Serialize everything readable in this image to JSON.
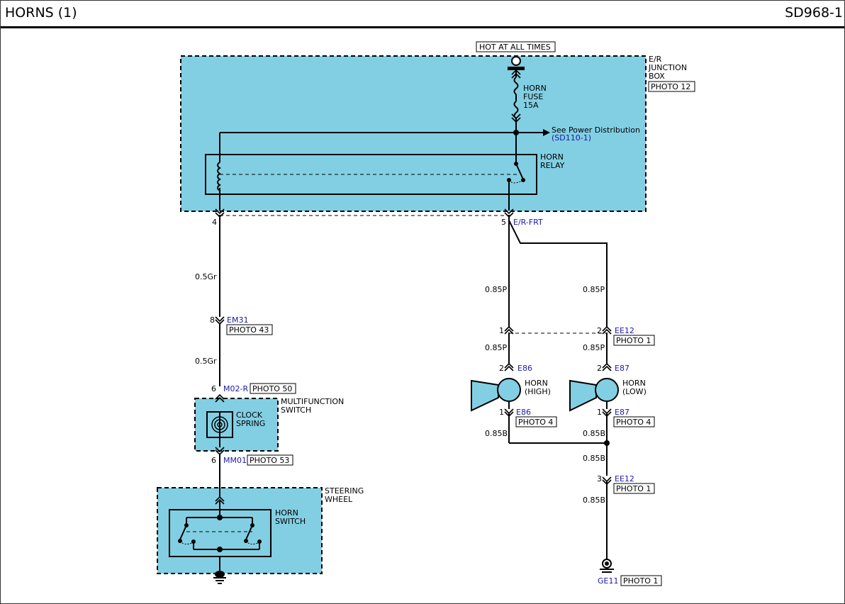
{
  "header": {
    "title": "HORNS (1)",
    "page_code": "SD968-1"
  },
  "colors": {
    "component_fill": "#82cfe3",
    "link_text": "#1a1aa6",
    "wire": "#000000"
  },
  "labels": {
    "hot_at_all_times": "HOT AT ALL TIMES",
    "er_junction_box": [
      "E/R",
      "JUNCTION",
      "BOX"
    ],
    "er_photo": "PHOTO 12",
    "horn_fuse": [
      "HORN",
      "FUSE",
      "15A"
    ],
    "see_power": "See Power Distribution",
    "see_power_ref": "(SD110-1)",
    "horn_relay": [
      "HORN",
      "RELAY"
    ],
    "pin_4": "4",
    "pin_5": "5",
    "er_frt": "E/R-FRT",
    "wire_05gr_1": "0.5Gr",
    "wire_05gr_2": "0.5Gr",
    "pin_8": "8",
    "em31": "EM31",
    "em31_photo": "PHOTO 43",
    "pin_6a": "6",
    "m02r": "M02-R",
    "m02r_photo": "PHOTO 50",
    "multifunction_switch": [
      "MULTIFUNCTION",
      "SWITCH"
    ],
    "clock_spring": [
      "CLOCK",
      "SPRING"
    ],
    "pin_6b": "6",
    "mm01": "MM01",
    "mm01_photo": "PHOTO 53",
    "steering_wheel": [
      "STEERING",
      "WHEEL"
    ],
    "horn_switch": [
      "HORN",
      "SWITCH"
    ],
    "wire_085p_l1": "0.85P",
    "wire_085p_r1": "0.85P",
    "pin_1_ee12": "1",
    "pin_2_ee12": "2",
    "ee12_a": "EE12",
    "ee12_a_photo": "PHOTO 1",
    "wire_085p_l2": "0.85P",
    "wire_085p_r2": "0.85P",
    "pin_2_e86": "2",
    "e86_top": "E86",
    "pin_2_e87": "2",
    "e87_top": "E87",
    "horn_high": [
      "HORN",
      "(HIGH)"
    ],
    "horn_low": [
      "HORN",
      "(LOW)"
    ],
    "pin_1_e86": "1",
    "e86_bottom": "E86",
    "e86_photo": "PHOTO 4",
    "pin_1_e87": "1",
    "e87_bottom": "E87",
    "e87_photo": "PHOTO 4",
    "wire_085b_l": "0.85B",
    "wire_085b_r": "0.85B",
    "wire_085b_3": "0.85B",
    "pin_3_ee12": "3",
    "ee12_b": "EE12",
    "ee12_b_photo": "PHOTO 1",
    "wire_085b_4": "0.85B",
    "ge11": "GE11",
    "ge11_photo": "PHOTO 1"
  }
}
